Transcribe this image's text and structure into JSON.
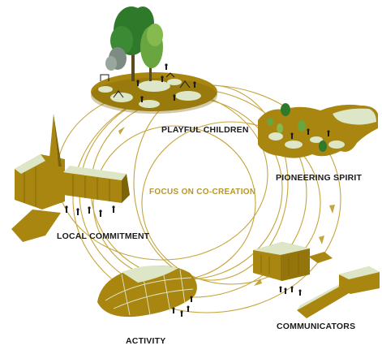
{
  "center_label": "FOCUS ON CO-CREATION",
  "nodes": [
    {
      "key": "playful",
      "label": "PLAYFUL CHILDREN"
    },
    {
      "key": "pioneering",
      "label": "PIONEERING SPIRIT"
    },
    {
      "key": "local",
      "label": "LOCAL COMMITMENT"
    },
    {
      "key": "communicators",
      "label": "COMMUNICATORS"
    },
    {
      "key": "activity",
      "label": "ACTIVITY"
    }
  ],
  "colors": {
    "gold": "#a8860f",
    "gold_dark": "#7d6408",
    "light": "#dde6c6",
    "tree_dark": "#2f7a2a",
    "tree_light": "#6aa63f",
    "tree_gray": "#7c8c82",
    "circle": "#c5a53d",
    "center_text": "#b8952a"
  }
}
